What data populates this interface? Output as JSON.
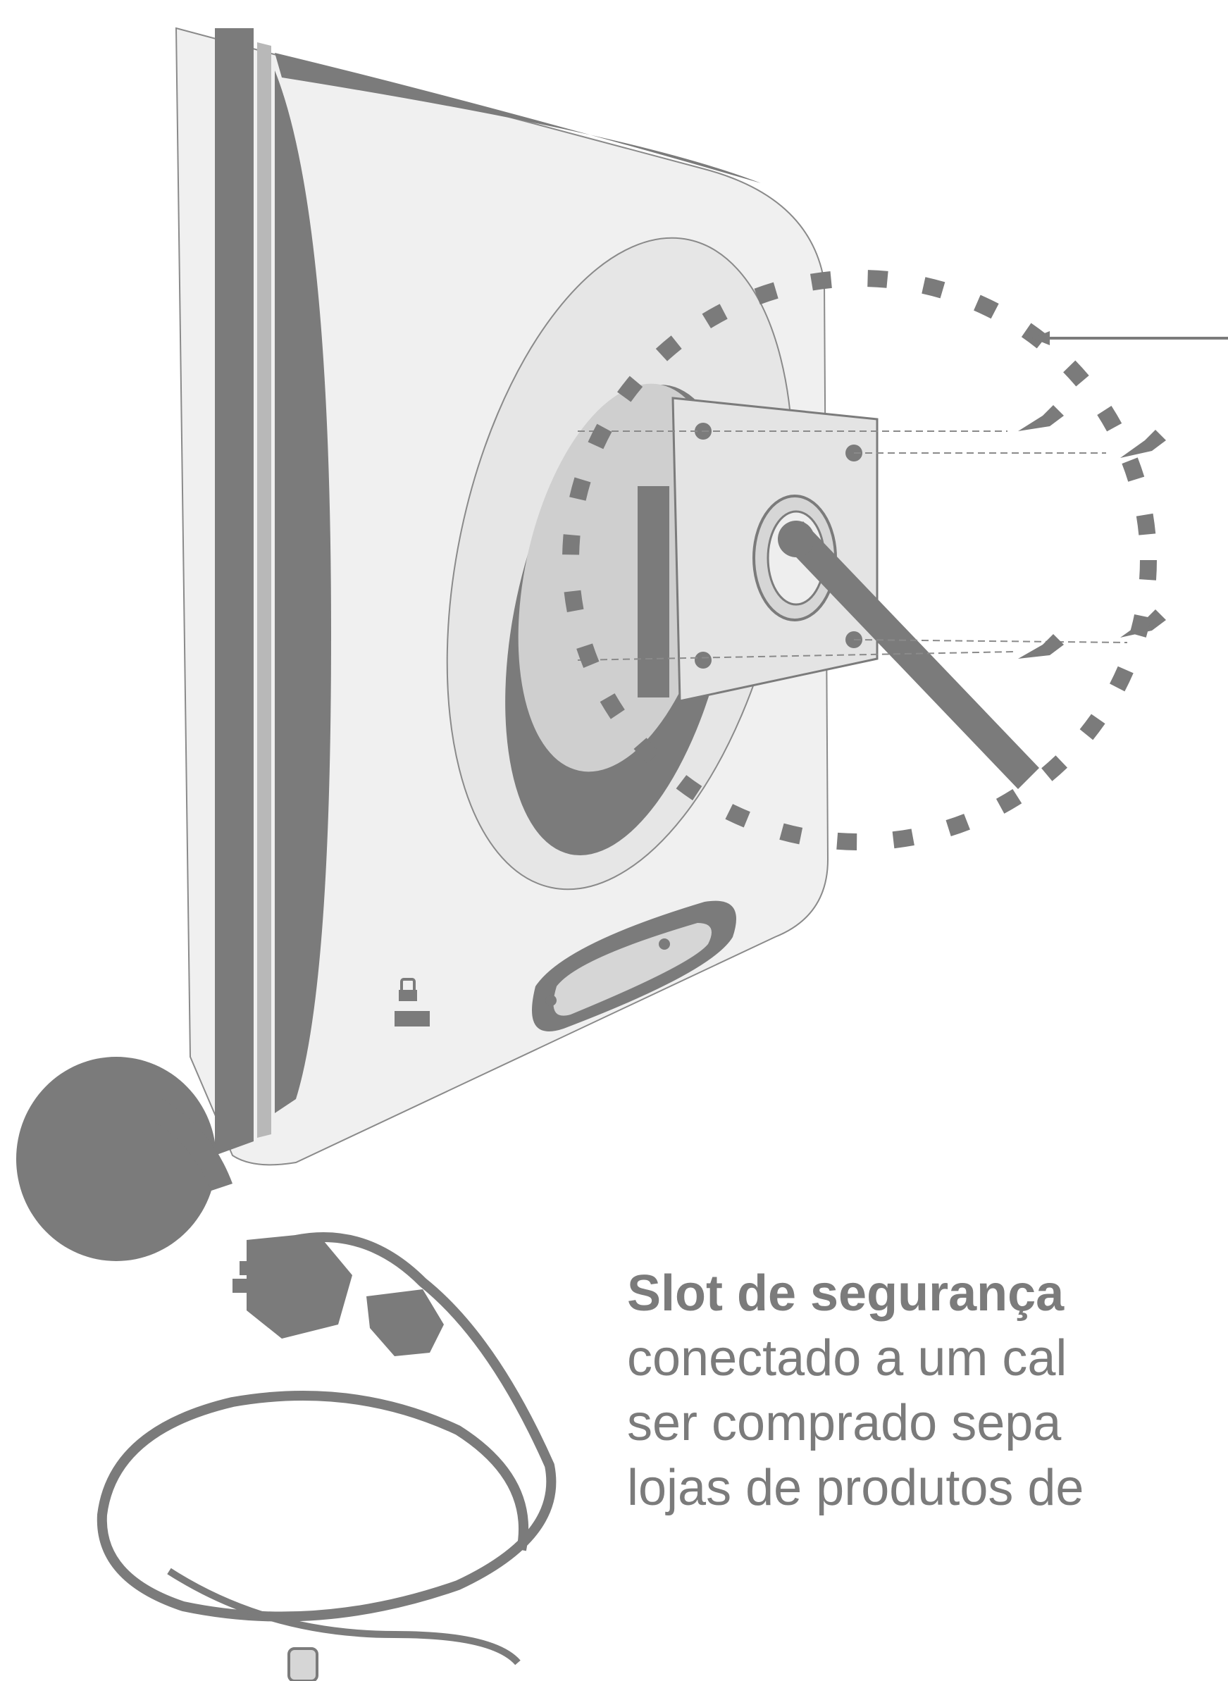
{
  "caption": {
    "lines": [
      "Slot de segurança",
      "conectado a um cal",
      "ser comprado sepa",
      "lojas de produtos de"
    ]
  },
  "colors": {
    "ink": "#7b7b7b",
    "body": "#f0f0f0",
    "panel": "#dcdcdc",
    "outline": "#8a8a8a"
  },
  "icons": [
    "lock-icon"
  ]
}
